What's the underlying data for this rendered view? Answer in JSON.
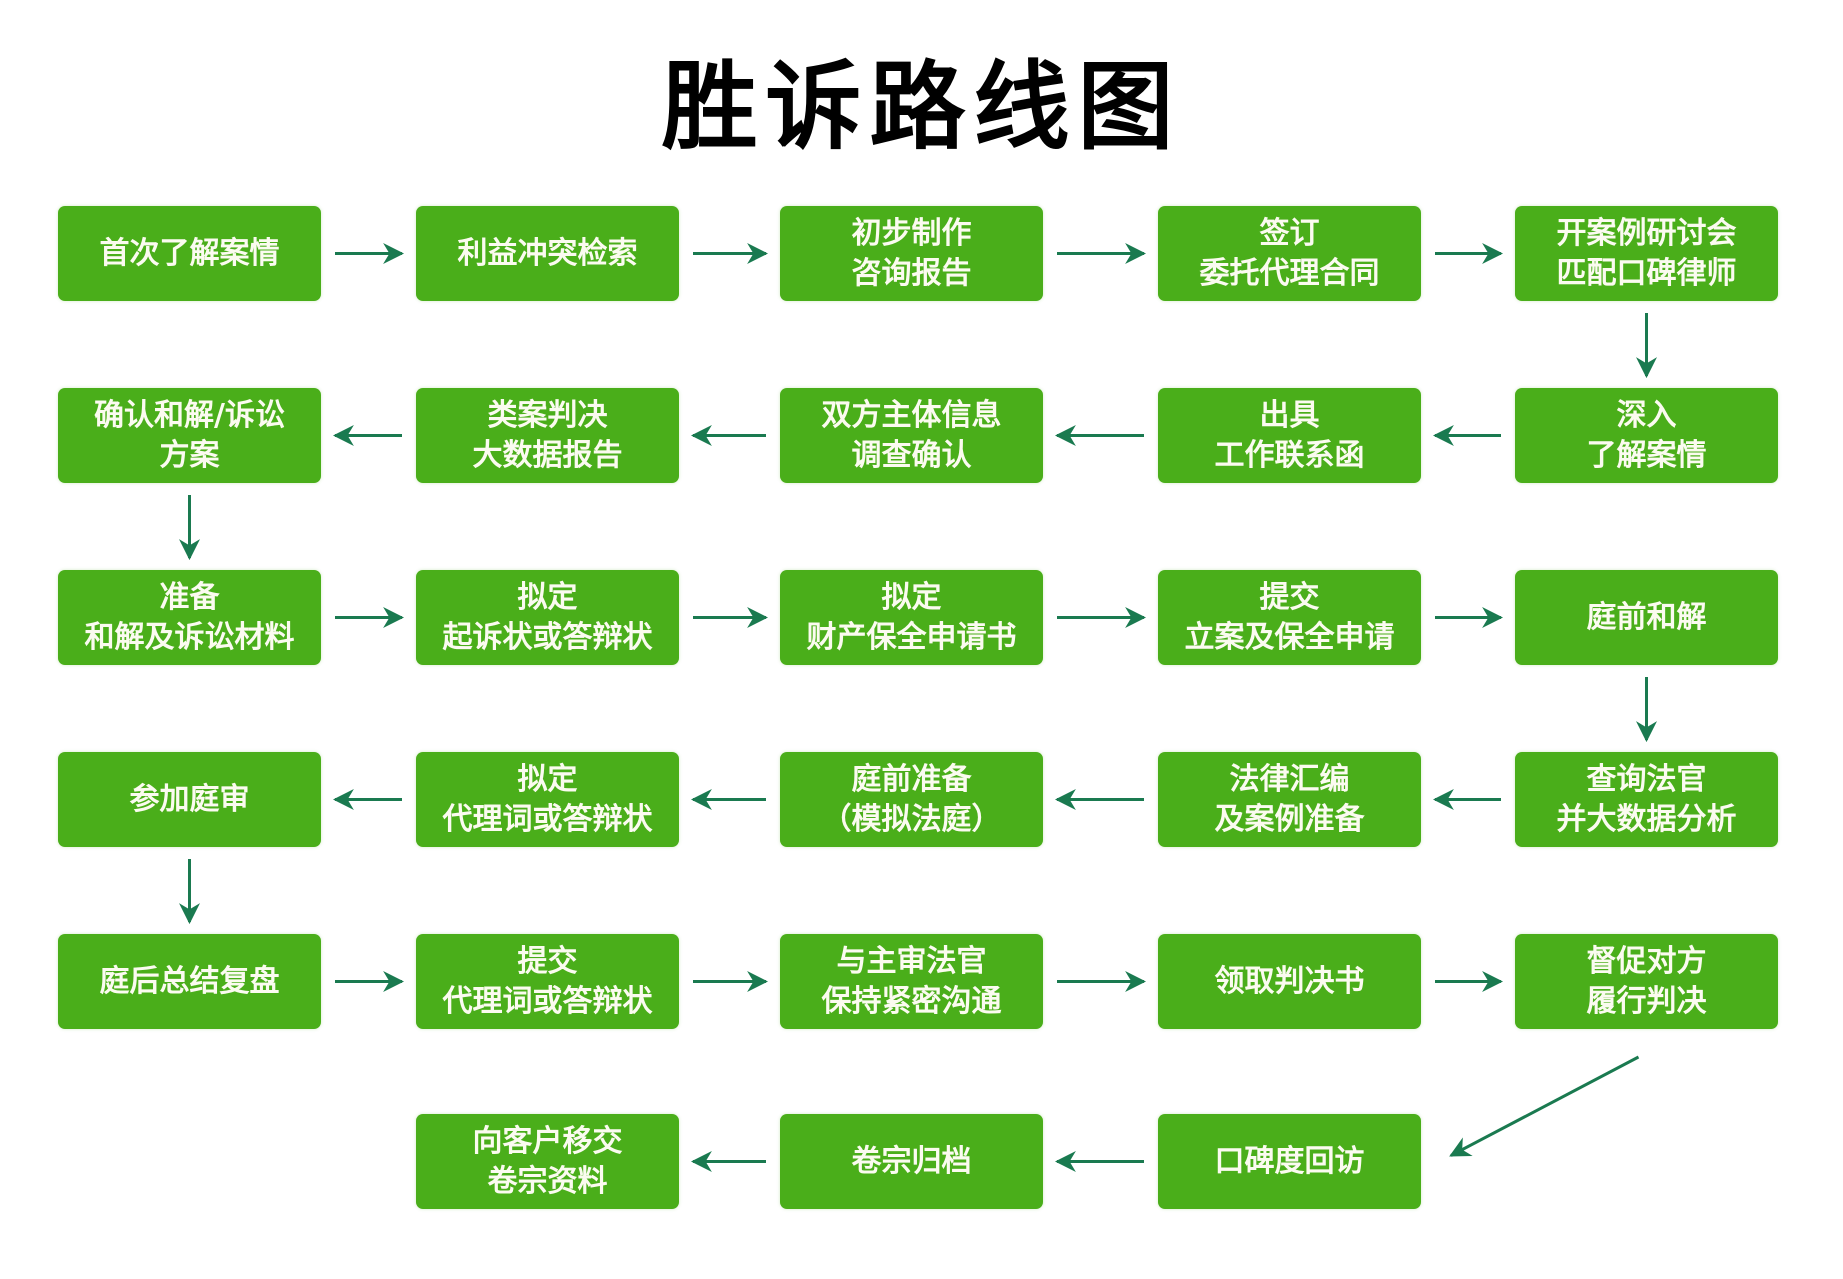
{
  "title": "胜诉路线图",
  "colors": {
    "box_fill": "#4aae1a",
    "box_text": "#fbfbf0",
    "arrow": "#1a7a50",
    "title": "#000000"
  },
  "steps": [
    {
      "id": 1,
      "lines": [
        "首次了解案情"
      ]
    },
    {
      "id": 2,
      "lines": [
        "利益冲突检索"
      ]
    },
    {
      "id": 3,
      "lines": [
        "初步制作",
        "咨询报告"
      ]
    },
    {
      "id": 4,
      "lines": [
        "签订",
        "委托代理合同"
      ]
    },
    {
      "id": 5,
      "lines": [
        "开案例研讨会",
        "匹配口碑律师"
      ]
    },
    {
      "id": 6,
      "lines": [
        "深入",
        "了解案情"
      ]
    },
    {
      "id": 7,
      "lines": [
        "出具",
        "工作联系函"
      ]
    },
    {
      "id": 8,
      "lines": [
        "双方主体信息",
        "调查确认"
      ]
    },
    {
      "id": 9,
      "lines": [
        "类案判决",
        "大数据报告"
      ]
    },
    {
      "id": 10,
      "lines": [
        "确认和解/诉讼",
        "方案"
      ]
    },
    {
      "id": 11,
      "lines": [
        "准备",
        "和解及诉讼材料"
      ]
    },
    {
      "id": 12,
      "lines": [
        "拟定",
        "起诉状或答辩状"
      ]
    },
    {
      "id": 13,
      "lines": [
        "拟定",
        "财产保全申请书"
      ]
    },
    {
      "id": 14,
      "lines": [
        "提交",
        "立案及保全申请"
      ]
    },
    {
      "id": 15,
      "lines": [
        "庭前和解"
      ]
    },
    {
      "id": 16,
      "lines": [
        "查询法官",
        "并大数据分析"
      ]
    },
    {
      "id": 17,
      "lines": [
        "法律汇编",
        "及案例准备"
      ]
    },
    {
      "id": 18,
      "lines": [
        "庭前准备",
        "（模拟法庭）"
      ]
    },
    {
      "id": 19,
      "lines": [
        "拟定",
        "代理词或答辩状"
      ]
    },
    {
      "id": 20,
      "lines": [
        "参加庭审"
      ]
    },
    {
      "id": 21,
      "lines": [
        "庭后总结复盘"
      ]
    },
    {
      "id": 22,
      "lines": [
        "提交",
        "代理词或答辩状"
      ]
    },
    {
      "id": 23,
      "lines": [
        "与主审法官",
        "保持紧密沟通"
      ]
    },
    {
      "id": 24,
      "lines": [
        "领取判决书"
      ]
    },
    {
      "id": 25,
      "lines": [
        "督促对方",
        "履行判决"
      ]
    },
    {
      "id": 26,
      "lines": [
        "口碑度回访"
      ]
    },
    {
      "id": 27,
      "lines": [
        "卷宗归档"
      ]
    },
    {
      "id": 28,
      "lines": [
        "向客户移交",
        "卷宗资料"
      ]
    }
  ],
  "flow": [
    [
      1,
      2
    ],
    [
      2,
      3
    ],
    [
      3,
      4
    ],
    [
      4,
      5
    ],
    [
      5,
      6
    ],
    [
      6,
      7
    ],
    [
      7,
      8
    ],
    [
      8,
      9
    ],
    [
      9,
      10
    ],
    [
      10,
      11
    ],
    [
      11,
      12
    ],
    [
      12,
      13
    ],
    [
      13,
      14
    ],
    [
      14,
      15
    ],
    [
      15,
      16
    ],
    [
      16,
      17
    ],
    [
      17,
      18
    ],
    [
      18,
      19
    ],
    [
      19,
      20
    ],
    [
      20,
      21
    ],
    [
      21,
      22
    ],
    [
      22,
      23
    ],
    [
      23,
      24
    ],
    [
      24,
      25
    ],
    [
      25,
      26
    ],
    [
      26,
      27
    ],
    [
      27,
      28
    ]
  ]
}
